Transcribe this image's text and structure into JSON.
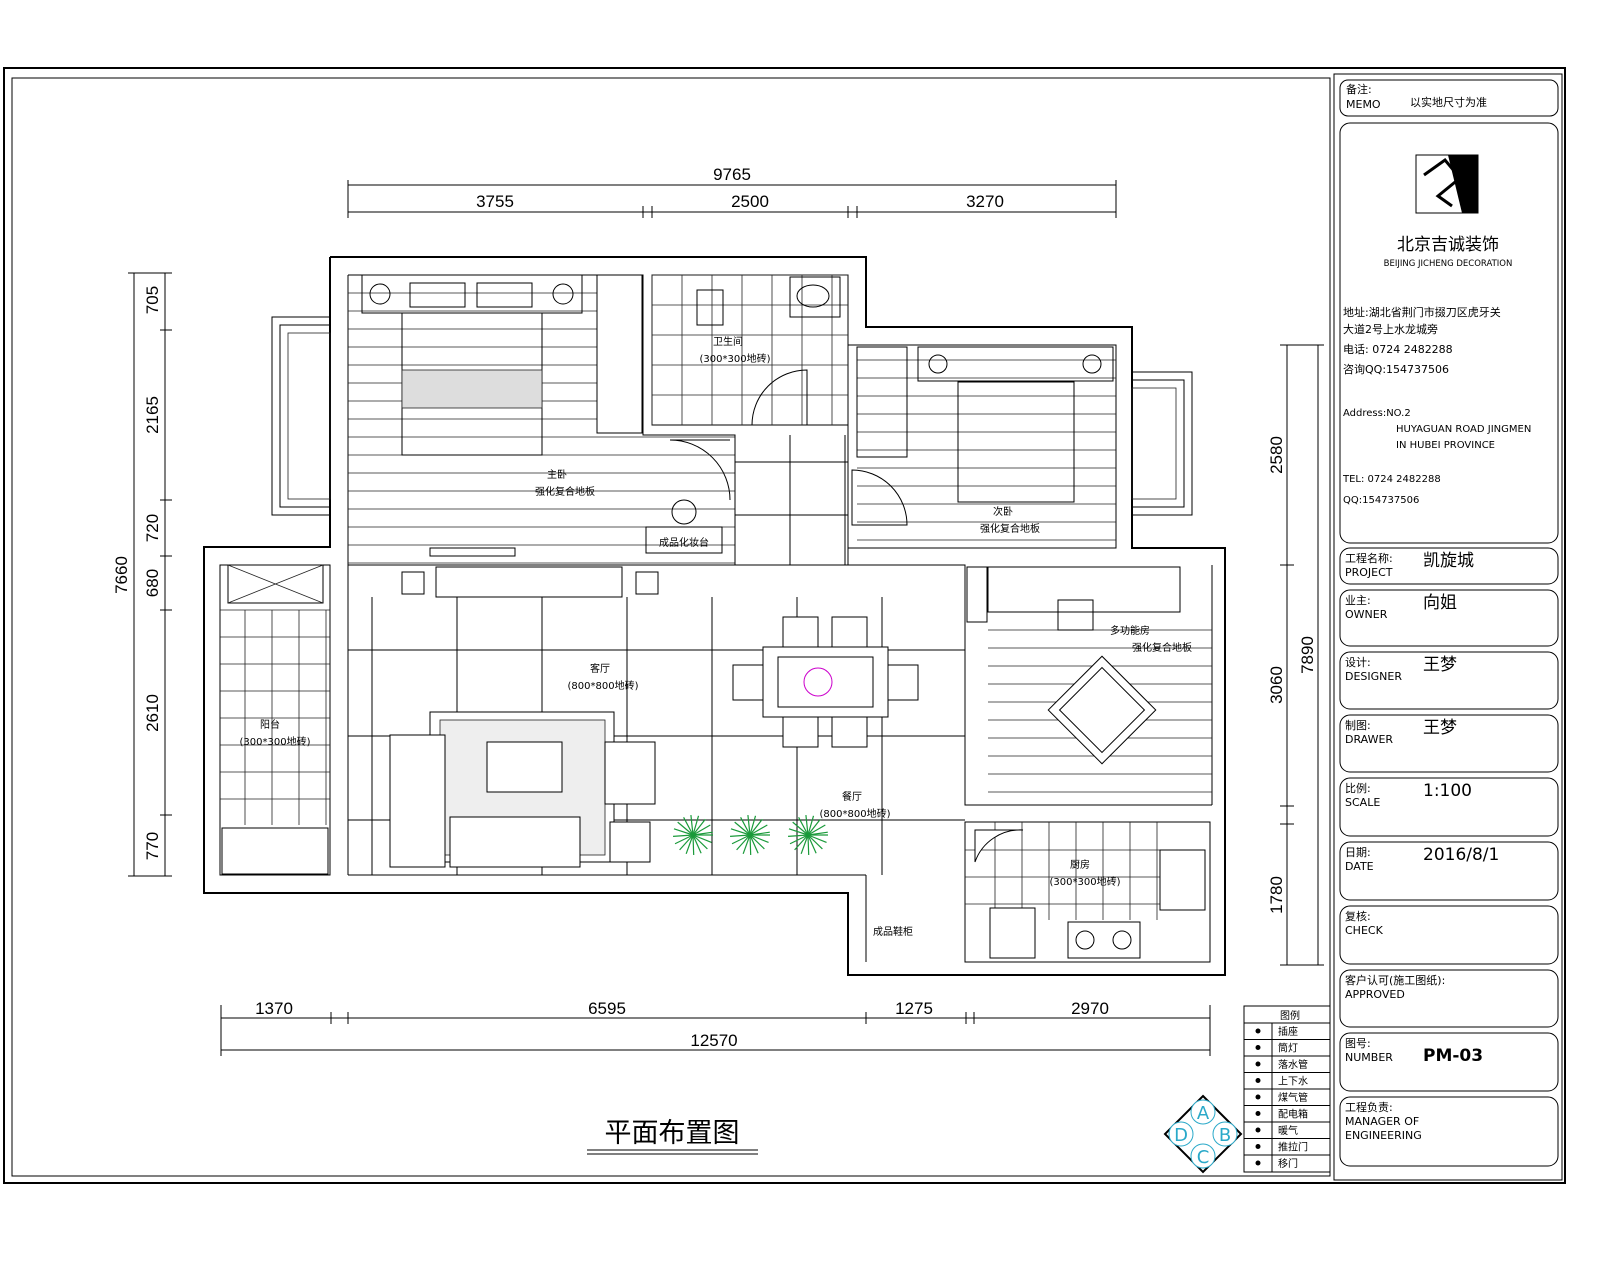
{
  "drawing": {
    "title": "平面布置图",
    "dimensions": {
      "top_total": "9765",
      "top": [
        "3755",
        "2500",
        "3270"
      ],
      "left_total": "7660",
      "left": [
        "705",
        "2165",
        "720",
        "680",
        "2610",
        "770"
      ],
      "right_total": "7890",
      "right": [
        "2580",
        "3060",
        "1780"
      ],
      "bottom_total": "12570",
      "bottom": [
        "1370",
        "6595",
        "1275",
        "2970"
      ]
    },
    "rooms": {
      "master_bedroom": {
        "name": "主卧",
        "floor": "强化复合地板"
      },
      "bathroom": {
        "name": "卫生间",
        "floor": "(300*300地砖)"
      },
      "second_bedroom": {
        "name": "次卧",
        "floor": "强化复合地板"
      },
      "multi_room": {
        "name": "多功能房",
        "floor": "强化复合地板"
      },
      "living_room": {
        "name": "客厅",
        "floor": "(800*800地砖)"
      },
      "dining_room": {
        "name": "餐厅",
        "floor": "(800*800地砖)"
      },
      "kitchen": {
        "name": "厨房",
        "floor": "(300*300地砖)"
      },
      "balcony": {
        "name": "阳台",
        "floor": "(300*300地砖)"
      },
      "dresser": "成品化妆台",
      "shoe_cabinet": "成品鞋柜"
    },
    "compass": [
      "A",
      "B",
      "C",
      "D"
    ],
    "legend": {
      "header": "图例",
      "items": [
        "插座",
        "筒灯",
        "落水管",
        "上下水",
        "煤气管",
        "配电箱",
        "暖气",
        "推拉门",
        "移门"
      ]
    },
    "colors": {
      "plant": "#1a9a3a",
      "compass": "#2aa9c9"
    }
  },
  "title_block": {
    "memo": {
      "label_cn": "备注:",
      "label_en": "MEMO",
      "value": "以实地尺寸为准"
    },
    "company": {
      "name_cn": "北京吉诚装饰",
      "name_en": "BEIJING JICHENG DECORATION",
      "address_cn_1": "地址:湖北省荆门市掇刀区虎牙关",
      "address_cn_2": "大道2号上水龙城旁",
      "phone_cn": "电话: 0724 2482288",
      "qq_cn": "咨询QQ:154737506",
      "address_en_1": "Address:NO.2",
      "address_en_2": "HUYAGUAN ROAD JINGMEN",
      "address_en_3": "IN HUBEI PROVINCE",
      "tel_en": "TEL: 0724 2482288",
      "qq_en": "QQ:154737506"
    },
    "fields": [
      {
        "label_cn": "工程名称:",
        "label_en": "PROJECT",
        "value": "凯旋城"
      },
      {
        "label_cn": "业主:",
        "label_en": "OWNER",
        "value": "向姐"
      },
      {
        "label_cn": "设计:",
        "label_en": "DESIGNER",
        "value": "王梦"
      },
      {
        "label_cn": "制图:",
        "label_en": "DRAWER",
        "value": "王梦"
      },
      {
        "label_cn": "比例:",
        "label_en": "SCALE",
        "value": "1:100"
      },
      {
        "label_cn": "日期:",
        "label_en": "DATE",
        "value": "2016/8/1"
      },
      {
        "label_cn": "复核:",
        "label_en": "CHECK",
        "value": ""
      },
      {
        "label_cn": "客户认可(施工图纸):",
        "label_en": "APPROVED",
        "value": ""
      },
      {
        "label_cn": "图号:",
        "label_en": "NUMBER",
        "value": "PM-03"
      },
      {
        "label_cn": "工程负责:",
        "label_en": "MANAGER OF",
        "label_en_2": "ENGINEERING",
        "value": ""
      }
    ]
  }
}
